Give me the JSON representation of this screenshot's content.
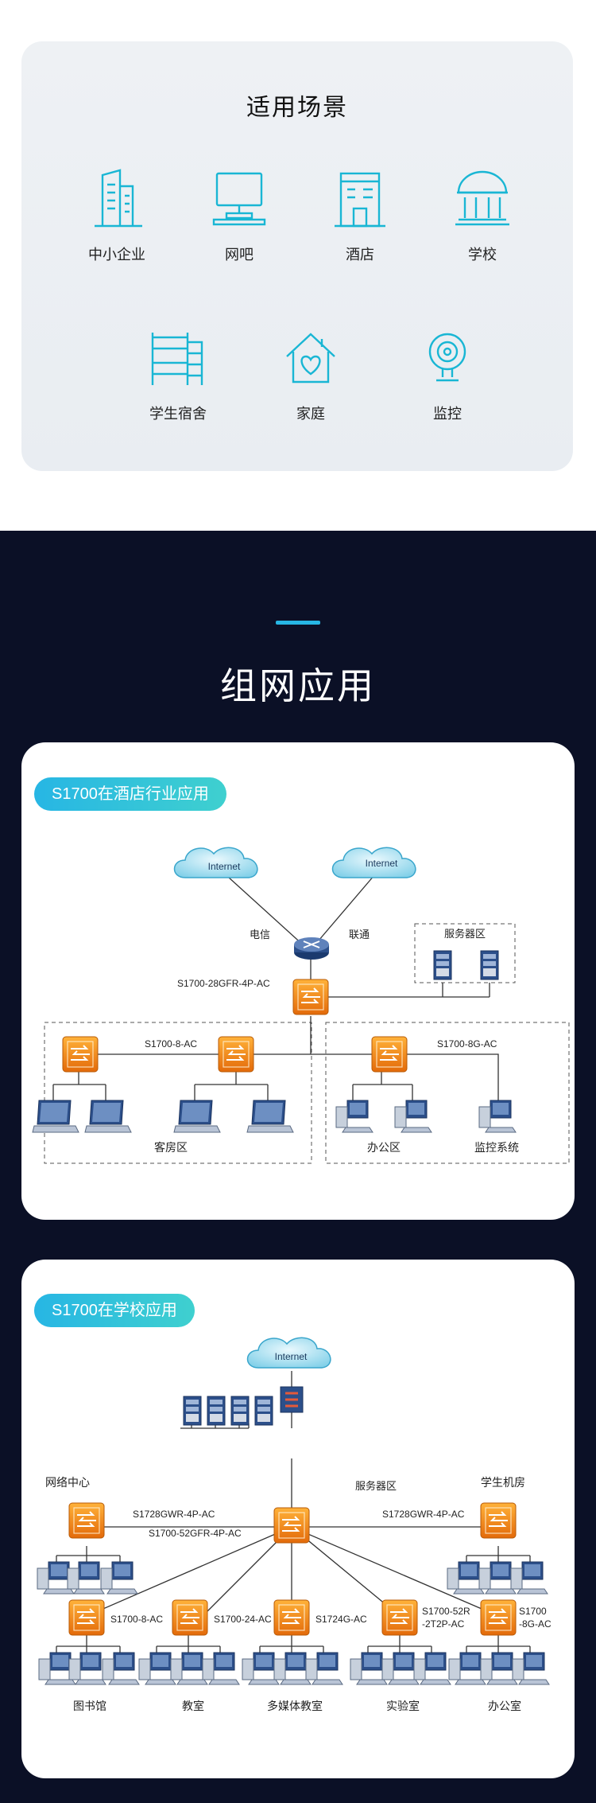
{
  "scenarios": {
    "title": "适用场景",
    "items": [
      {
        "label": "中小企业",
        "icon": "building-icon"
      },
      {
        "label": "网吧",
        "icon": "computer-icon"
      },
      {
        "label": "酒店",
        "icon": "hotel-icon"
      },
      {
        "label": "学校",
        "icon": "school-icon"
      },
      {
        "label": "学生宿舍",
        "icon": "bunk-bed-icon"
      },
      {
        "label": "家庭",
        "icon": "home-heart-icon"
      },
      {
        "label": "监控",
        "icon": "camera-icon"
      }
    ],
    "accent": "#19b6d4"
  },
  "networking": {
    "title": "组网应用",
    "accent_line": "#27b6e4",
    "hotel": {
      "badge": "S1700在酒店行业应用",
      "internet1": "Internet",
      "internet2": "Internet",
      "isp1": "电信",
      "isp2": "联通",
      "server_zone": "服务器区",
      "core_switch": "S1700-28GFR-4P-AC",
      "guest_switch": "S1700-8-AC",
      "office_switch": "S1700-8G-AC",
      "guest_area": "客房区",
      "office_area": "办公区",
      "monitor_area": "监控系统"
    },
    "school": {
      "badge": "S1700在学校应用",
      "internet": "Internet",
      "server_zone": "服务器区",
      "network_center": "网络中心",
      "student_lab": "学生机房",
      "left_switch": "S1728GWR-4P-AC",
      "core_switch": "S1700-52GFR-4P-AC",
      "right_switch": "S1728GWR-4P-AC",
      "sw1": "S1700-8-AC",
      "sw2": "S1700-24-AC",
      "sw3": "S1724G-AC",
      "sw4_line1": "S1700-52R",
      "sw4_line2": "-2T2P-AC",
      "sw5_line1": "S1700",
      "sw5_line2": "-8G-AC",
      "area1": "图书馆",
      "area2": "教室",
      "area3": "多媒体教室",
      "area4": "实验室",
      "area5": "办公室"
    }
  }
}
